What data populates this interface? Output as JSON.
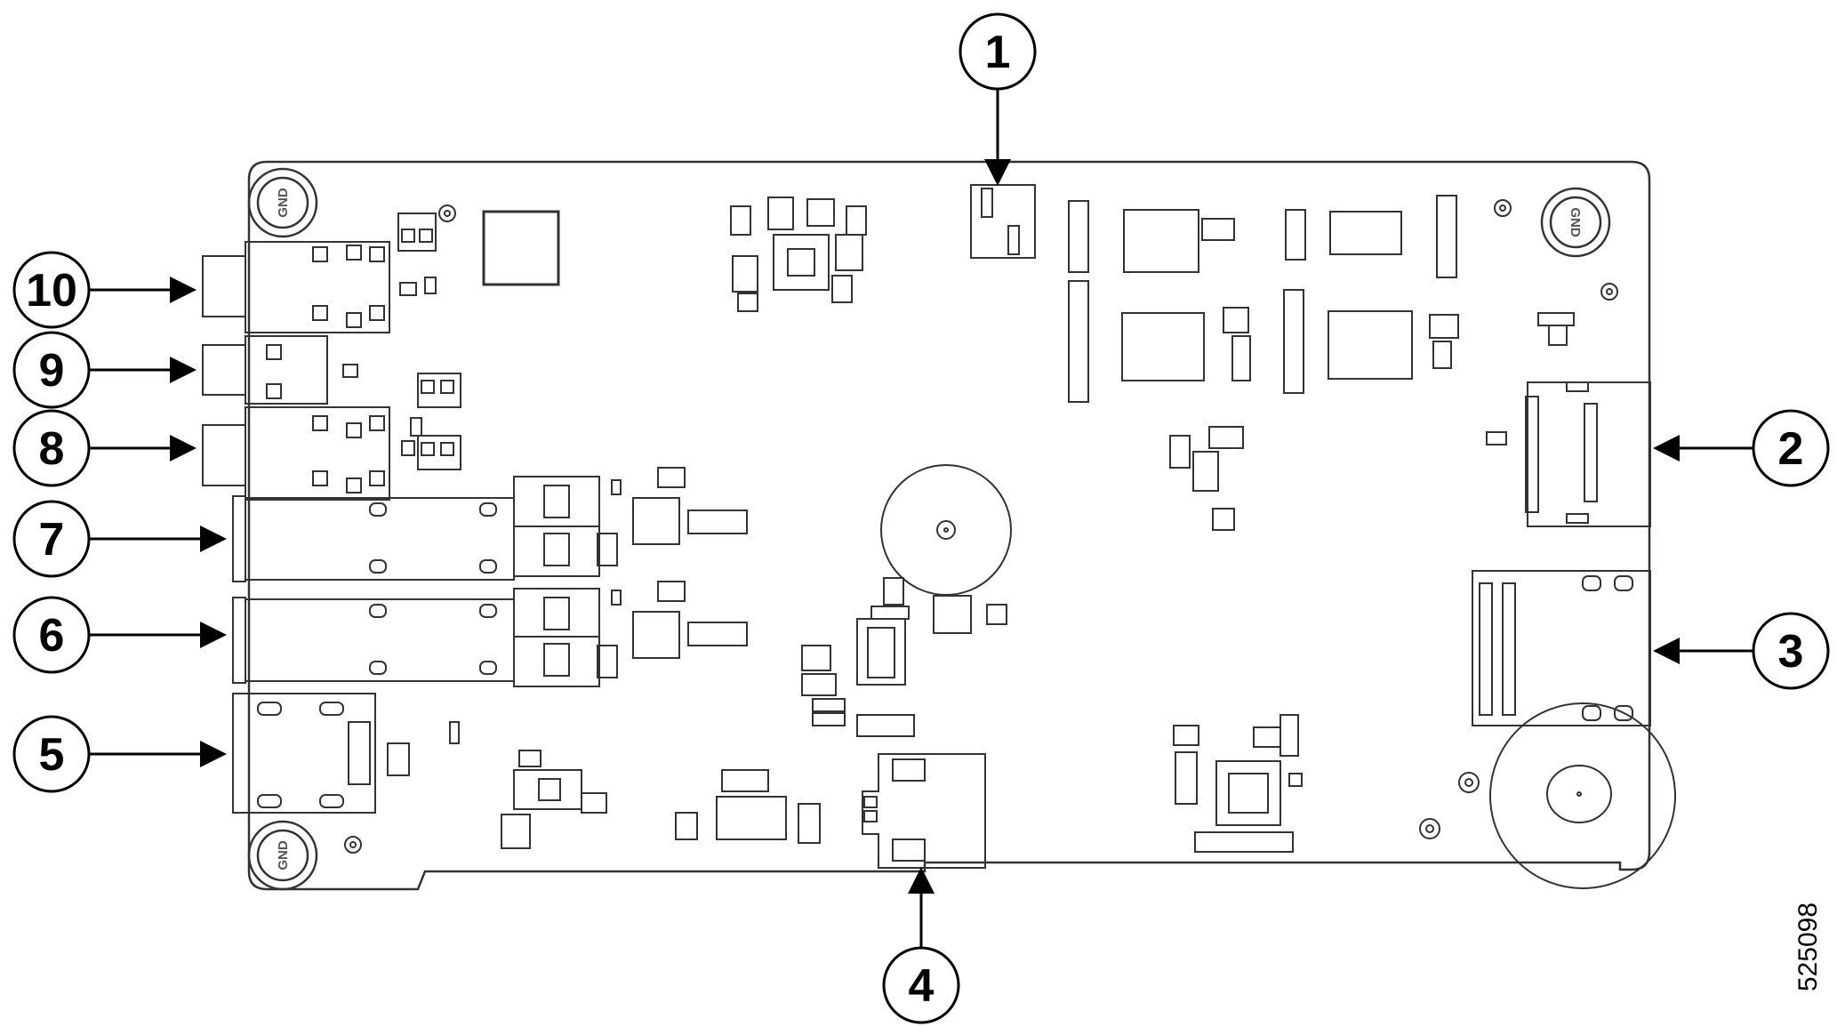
{
  "diagram": {
    "callouts": [
      {
        "id": "c1",
        "label": "1"
      },
      {
        "id": "c2",
        "label": "2"
      },
      {
        "id": "c3",
        "label": "3"
      },
      {
        "id": "c4",
        "label": "4"
      },
      {
        "id": "c5",
        "label": "5"
      },
      {
        "id": "c6",
        "label": "6"
      },
      {
        "id": "c7",
        "label": "7"
      },
      {
        "id": "c8",
        "label": "8"
      },
      {
        "id": "c9",
        "label": "9"
      },
      {
        "id": "c10",
        "label": "10"
      }
    ],
    "gnd_label": "GND",
    "figure_number": "525098"
  }
}
